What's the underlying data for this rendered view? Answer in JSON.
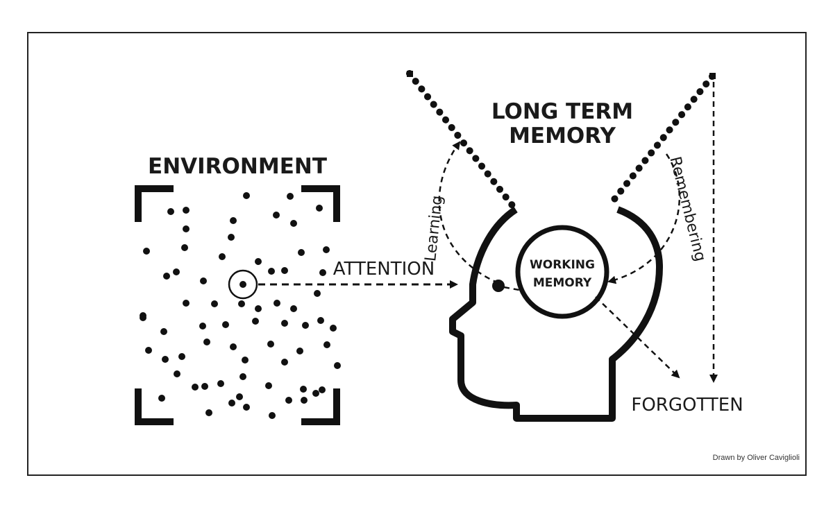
{
  "labels": {
    "environment": "ENVIRONMENT",
    "long_term_memory_line1": "LONG TERM",
    "long_term_memory_line2": "MEMORY",
    "attention": "ATTENTION",
    "working_memory_line1": "WORKING",
    "working_memory_line2": "MEMORY",
    "learning": "Learning",
    "remembering": "Remembering",
    "forgotten": "FORGOTTEN",
    "credit": "Drawn by Oliver Caviglioli"
  },
  "colors": {
    "ink": "#111111",
    "background": "#ffffff",
    "frame": "#222222"
  }
}
